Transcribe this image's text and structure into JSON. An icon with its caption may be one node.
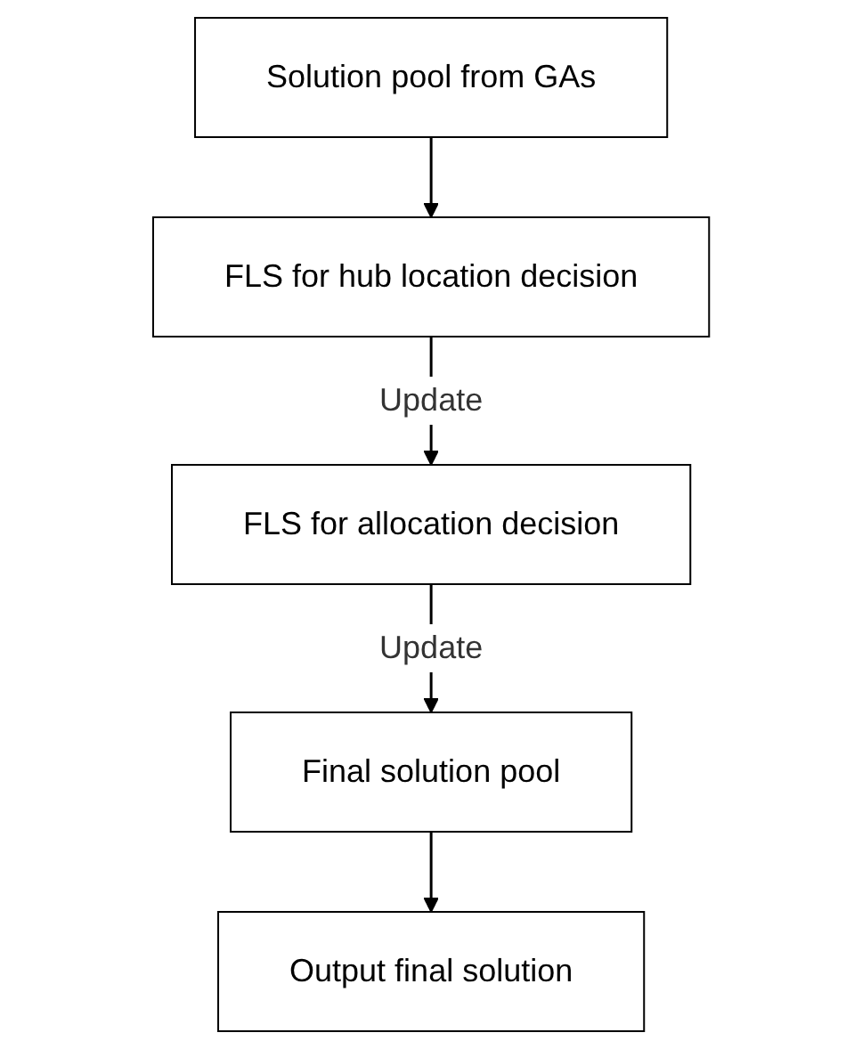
{
  "diagram": {
    "nodes": [
      {
        "text": [
          "Solution pool from GAs"
        ]
      },
      {
        "text": [
          "FLS for hub location decision"
        ]
      },
      {
        "text": [
          "FLS for allocation decision"
        ]
      },
      {
        "text": [
          "Final solution pool"
        ]
      },
      {
        "text": [
          "Output final solution"
        ]
      }
    ],
    "edges": [
      {
        "from": 0,
        "to": 1,
        "arrow": "to"
      },
      {
        "from": 1,
        "to": 2,
        "arrow": "to",
        "label": "Update"
      },
      {
        "from": 2,
        "to": 3,
        "arrow": "to",
        "label": "Update"
      },
      {
        "from": 3,
        "to": 4,
        "arrow": "to"
      }
    ]
  }
}
